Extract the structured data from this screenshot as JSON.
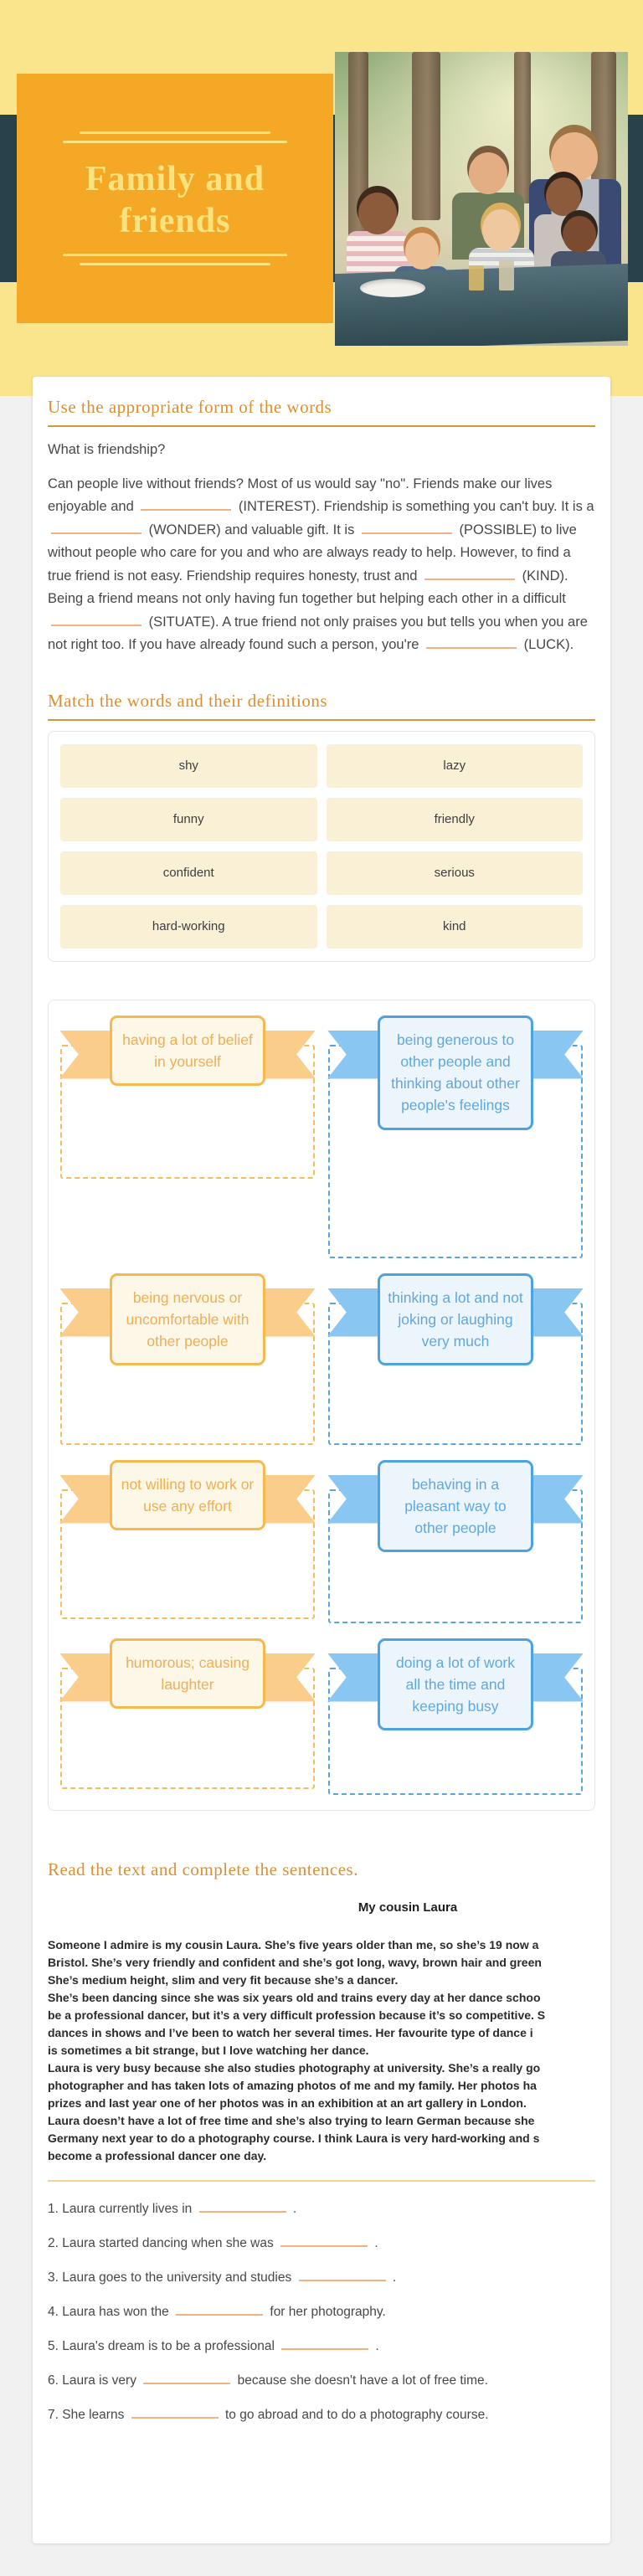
{
  "page": {
    "title": "Family and\nfriends"
  },
  "section1": {
    "heading": "Use the appropriate form of the words",
    "question": "What is friendship?",
    "paragraph": [
      {
        "t": "Can people live without friends? Most of us would say \"no\". Friends make our lives enjoyable and "
      },
      {
        "blank": true
      },
      {
        "t": " (INTEREST). Friendship is something you can't buy. It is a "
      },
      {
        "blank": true
      },
      {
        "t": " (WONDER) and valuable gift. It is "
      },
      {
        "blank": true
      },
      {
        "t": " (POSSIBLE) to live without people who care for you and who are always ready to help. However, to find a true friend is not easy. Friendship requires honesty, trust and "
      },
      {
        "blank": true
      },
      {
        "t": " (KIND). Being a friend means not only having fun together but helping each other in a difficult "
      },
      {
        "blank": true
      },
      {
        "t": " (SITUATE). A true friend not only praises you but tells you when you are not right too. If you have already found such a person, you're "
      },
      {
        "blank": true
      },
      {
        "t": " (LUCK)."
      }
    ]
  },
  "section2": {
    "heading": "Match the words and their definitions",
    "words": [
      "shy",
      "lazy",
      "funny",
      "friendly",
      "confident",
      "serious",
      "hard-working",
      "kind"
    ],
    "definitions": [
      {
        "color": "orange",
        "text": "having a lot of belief in yourself"
      },
      {
        "color": "blue",
        "text": "being generous to other people and thinking about other people's feelings"
      },
      {
        "color": "orange",
        "text": "being nervous or uncomfortable with other people"
      },
      {
        "color": "blue",
        "text": "thinking a lot and not joking or laughing very much"
      },
      {
        "color": "orange",
        "text": "not willing to work or use any effort"
      },
      {
        "color": "blue",
        "text": "behaving in a pleasant way to other people"
      },
      {
        "color": "orange",
        "text": "humorous; causing laughter"
      },
      {
        "color": "blue",
        "text": "doing a lot of work all the time and keeping busy"
      }
    ]
  },
  "section3": {
    "heading": "Read the text and complete the sentences.",
    "text_title": "My cousin Laura",
    "text_lines": "Someone I admire is my cousin Laura. She’s five years older than me, so she’s 19 now a\nBristol. She’s very friendly and confident and she’s got long, wavy, brown hair and green\nShe’s medium height, slim and very fit because she’s a dancer.\nShe’s been dancing since she was six years old and trains every day at her dance schoo\nbe a professional dancer, but it’s a very difficult profession because it’s so competitive. S\ndances in shows and I’ve been to watch her several times. Her favourite type of dance i\nis sometimes a bit strange, but I love watching her dance.\nLaura is very busy because she also studies photography at university. She’s a really go\nphotographer and has taken lots of amazing photos of me and my family. Her photos ha\nprizes and last year one of her photos was in an exhibition at an art gallery in London.\nLaura doesn’t have a lot of free time and she’s also trying to learn German because she\nGermany next year to do a photography course. I think Laura is very hard-working and s\nbecome a professional dancer one day.",
    "sentences": [
      [
        {
          "t": "1. Laura currently lives in "
        },
        {
          "blank": true
        },
        {
          "t": " ."
        }
      ],
      [
        {
          "t": "2. Laura started dancing when she was "
        },
        {
          "blank": true
        },
        {
          "t": " ."
        }
      ],
      [
        {
          "t": "3. Laura goes to the university and studies "
        },
        {
          "blank": true
        },
        {
          "t": " ."
        }
      ],
      [
        {
          "t": "4. Laura has won the "
        },
        {
          "blank": true
        },
        {
          "t": " for her photography."
        }
      ],
      [
        {
          "t": "5. Laura's dream is to be a professional "
        },
        {
          "blank": true
        },
        {
          "t": " ."
        }
      ],
      [
        {
          "t": "6. Laura is very "
        },
        {
          "blank": true
        },
        {
          "t": " because she doesn't have a lot of free time."
        }
      ],
      [
        {
          "t": "7. She learns "
        },
        {
          "blank": true
        },
        {
          "t": " to go abroad and to do a photography course."
        }
      ]
    ]
  },
  "colors": {
    "header_yellow": "#FAE58D",
    "header_navy": "#29414B",
    "card_orange": "#F5A826",
    "title_yellow": "#FAE37F",
    "accent_orange": "#DD8F2F",
    "match_orange": "#F5B94F",
    "match_blue": "#4DA2E0",
    "blank_underline": "#F0B183",
    "chip_cream": "#FAF0D6"
  }
}
